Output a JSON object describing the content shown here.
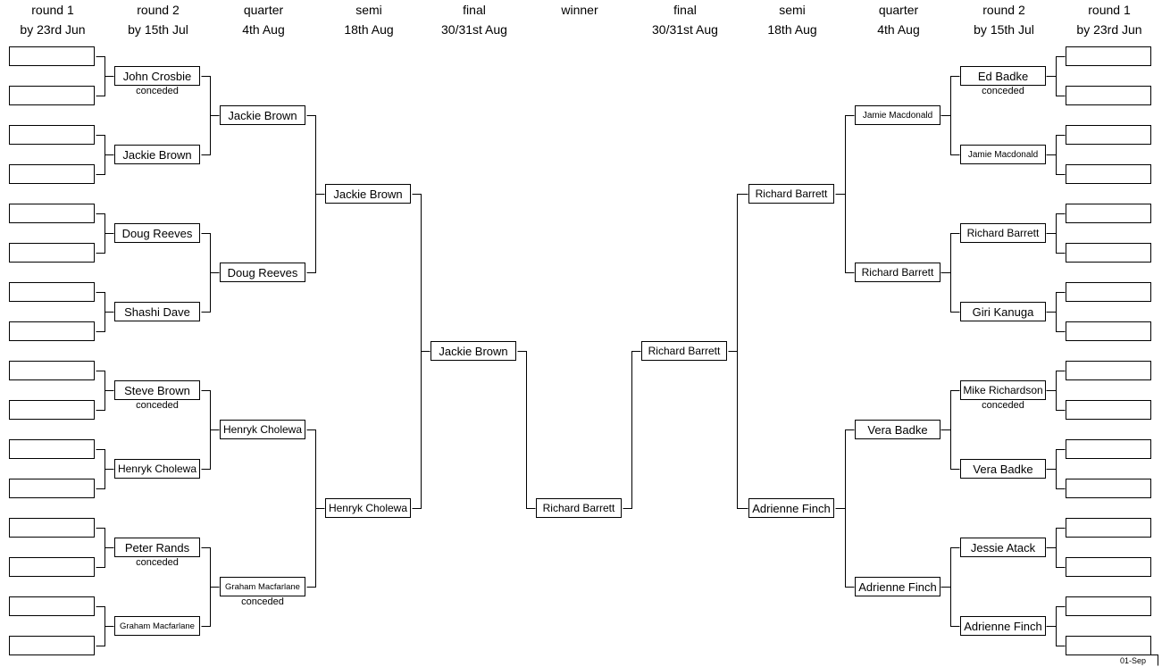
{
  "headers": {
    "left": [
      {
        "name": "round 1",
        "date": "by 23rd Jun"
      },
      {
        "name": "round 2",
        "date": "by 15th Jul"
      },
      {
        "name": "quarter",
        "date": "4th Aug"
      },
      {
        "name": "semi",
        "date": "18th Aug"
      },
      {
        "name": "final",
        "date": "30/31st Aug"
      }
    ],
    "center": {
      "name": "winner"
    },
    "right": [
      {
        "name": "final",
        "date": "30/31st Aug"
      },
      {
        "name": "semi",
        "date": "18th Aug"
      },
      {
        "name": "quarter",
        "date": "4th Aug"
      },
      {
        "name": "round 2",
        "date": "by 15th Jul"
      },
      {
        "name": "round 1",
        "date": "by 23rd Jun"
      }
    ]
  },
  "left": {
    "round2": [
      {
        "name": "John Crosbie",
        "note": "conceded"
      },
      {
        "name": "Jackie Brown",
        "note": ""
      },
      {
        "name": "Doug Reeves",
        "note": ""
      },
      {
        "name": "Shashi Dave",
        "note": ""
      },
      {
        "name": "Steve Brown",
        "note": "conceded"
      },
      {
        "name": "Henryk Cholewa",
        "note": ""
      },
      {
        "name": "Peter Rands",
        "note": "conceded"
      },
      {
        "name": "Graham Macfarlane",
        "note": ""
      }
    ],
    "quarter": [
      {
        "name": "Jackie Brown",
        "note": ""
      },
      {
        "name": "Doug Reeves",
        "note": ""
      },
      {
        "name": "Henryk Cholewa",
        "note": ""
      },
      {
        "name": "Graham Macfarlane",
        "note": "conceded"
      }
    ],
    "semi": [
      {
        "name": "Jackie Brown",
        "note": ""
      },
      {
        "name": "Henryk Cholewa",
        "note": ""
      }
    ],
    "final": {
      "name": "Jackie Brown"
    }
  },
  "winner": {
    "name": "Richard Barrett"
  },
  "right": {
    "final": {
      "name": "Richard Barrett"
    },
    "semi": [
      {
        "name": "Richard Barrett",
        "note": ""
      },
      {
        "name": "Adrienne Finch",
        "note": ""
      }
    ],
    "quarter": [
      {
        "name": "Jamie Macdonald",
        "note": ""
      },
      {
        "name": "Richard Barrett",
        "note": ""
      },
      {
        "name": "Vera Badke",
        "note": ""
      },
      {
        "name": "Adrienne Finch",
        "note": ""
      }
    ],
    "round2": [
      {
        "name": "Ed Badke",
        "note": "conceded"
      },
      {
        "name": "Jamie Macdonald",
        "note": ""
      },
      {
        "name": "Richard Barrett",
        "note": ""
      },
      {
        "name": "Giri Kanuga",
        "note": ""
      },
      {
        "name": "Mike Richardson",
        "note": "conceded"
      },
      {
        "name": "Vera Badke",
        "note": ""
      },
      {
        "name": "Jessie Atack",
        "note": ""
      },
      {
        "name": "Adrienne Finch",
        "note": ""
      }
    ]
  },
  "stamp": "01-Sep"
}
